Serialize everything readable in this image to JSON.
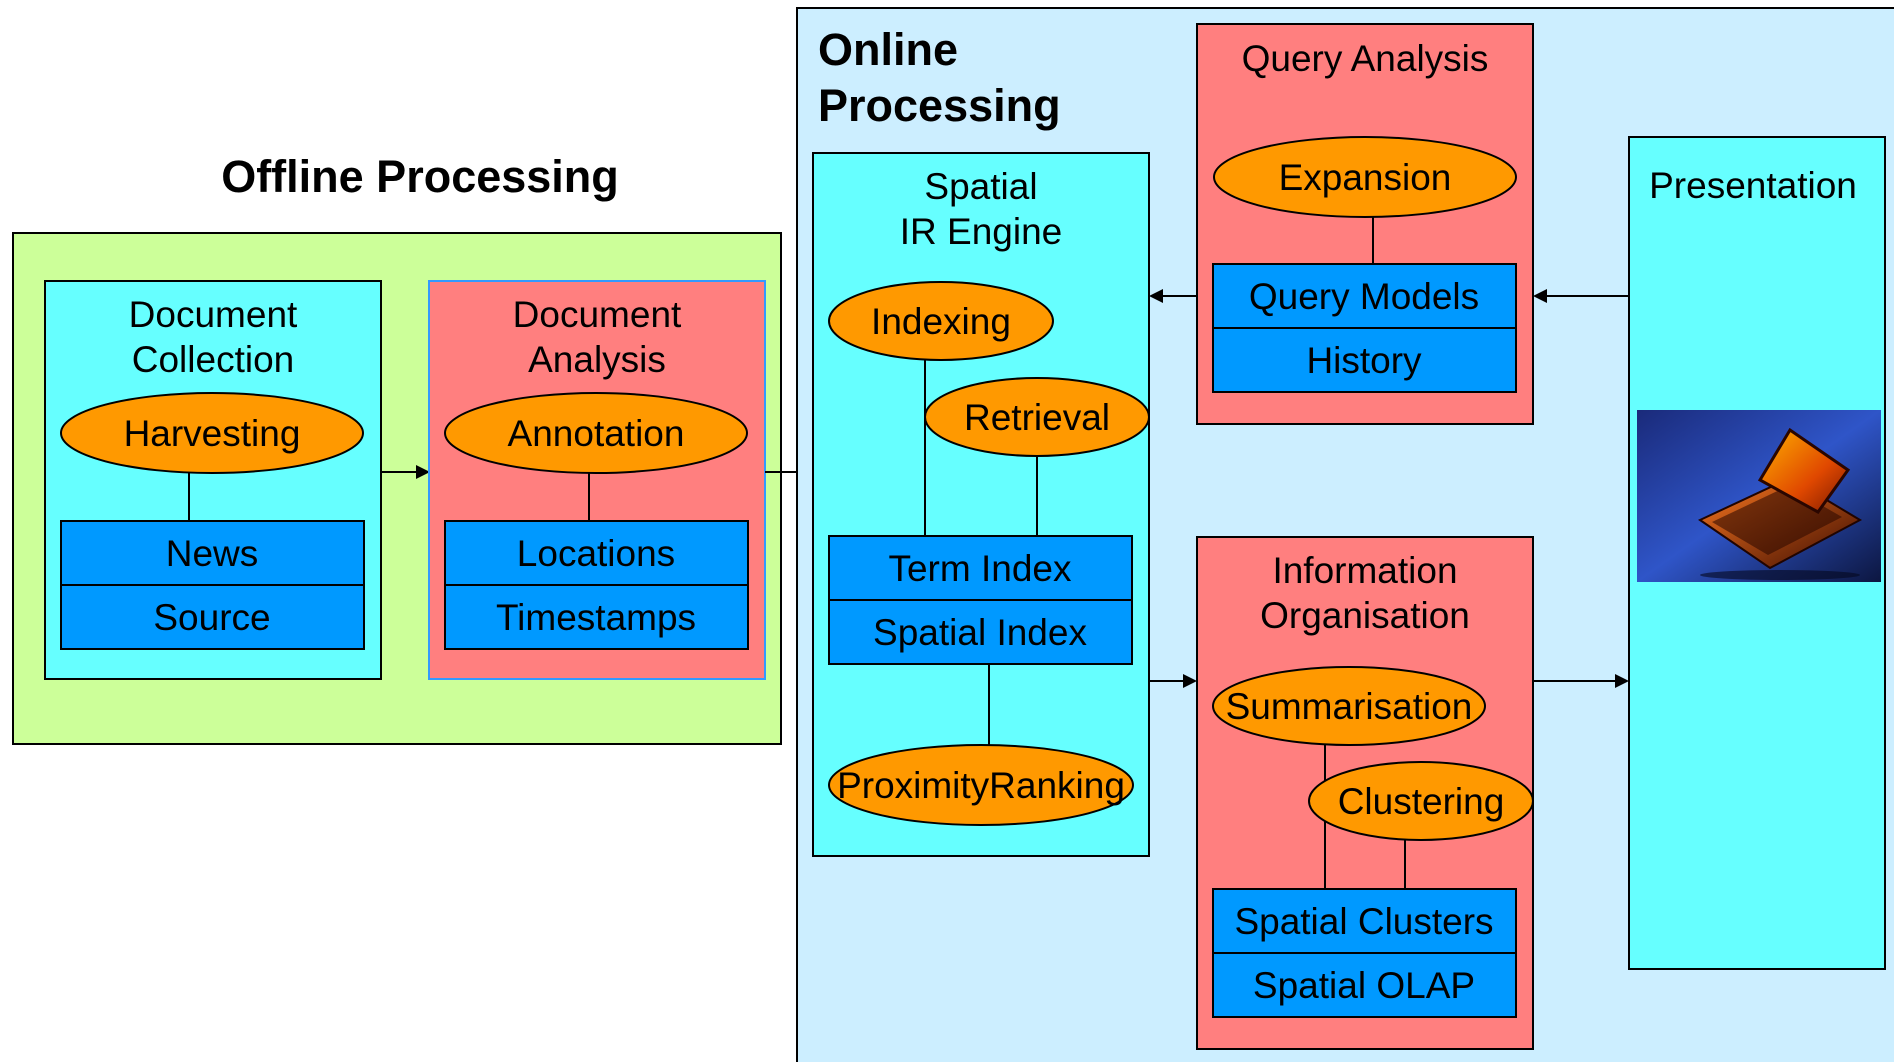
{
  "offline": {
    "title": "Offline Processing",
    "document_collection": {
      "title_lines": [
        "Document",
        "Collection"
      ],
      "process": "Harvesting",
      "stores": [
        "News",
        "Source"
      ]
    },
    "document_analysis": {
      "title_lines": [
        "Document",
        "Analysis"
      ],
      "process": "Annotation",
      "stores": [
        "Locations",
        "Timestamps"
      ]
    }
  },
  "online": {
    "title_lines": [
      "Online",
      "Processing"
    ],
    "spatial_ir_engine": {
      "title_lines": [
        "Spatial",
        "IR Engine"
      ],
      "processes": [
        "Indexing",
        "Retrieval",
        "ProximityRanking"
      ],
      "stores": [
        "Term Index",
        "Spatial Index"
      ]
    },
    "query_analysis": {
      "title": "Query Analysis",
      "process": "Expansion",
      "stores": [
        "Query Models",
        "History"
      ]
    },
    "information_organisation": {
      "title_lines": [
        "Information",
        "Organisation"
      ],
      "processes": [
        "Summarisation",
        "Clustering"
      ],
      "stores": [
        "Spatial Clusters",
        "Spatial OLAP"
      ]
    },
    "presentation": {
      "title": "Presentation"
    }
  },
  "colors": {
    "offline_bg": "#ccff99",
    "online_bg": "#cceeff",
    "component_cyan": "#66ffff",
    "component_red": "#ff7f7f",
    "store_blue": "#0099ff",
    "process_orange": "#ff9900"
  }
}
